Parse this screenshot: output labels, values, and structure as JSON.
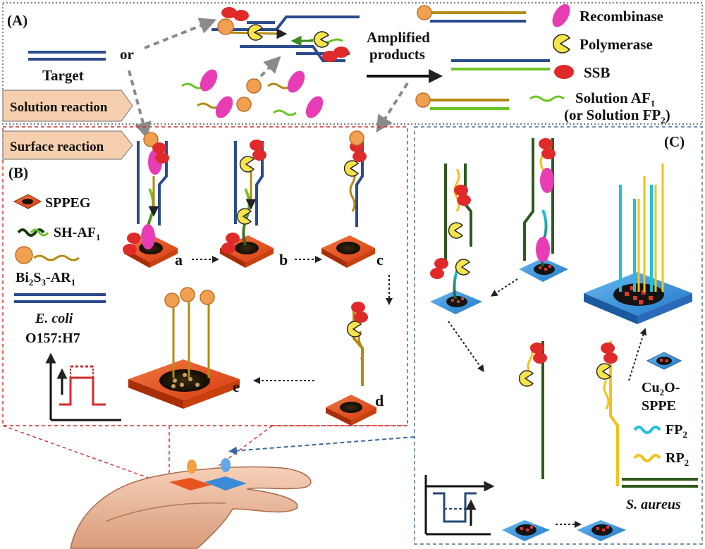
{
  "panels": {
    "a": "(A)",
    "b": "(B)",
    "c": "(C)"
  },
  "panel_a": {
    "target": "Target",
    "or": "or",
    "amplified_line1": "Amplified",
    "amplified_line2": "products",
    "tag_solution": "Solution reaction",
    "tag_surface": "Surface reaction"
  },
  "legend_top": {
    "recombinase": "Recombinase",
    "polymerase": "Polymerase",
    "ssb": "SSB",
    "solution_af_line1": "Solution AF",
    "solution_af_sub": "1",
    "solution_fp_line2": "(or Solution FP",
    "solution_fp_sub": "2",
    "solution_fp_close": ")"
  },
  "panel_b": {
    "sppeg": "SPPEG",
    "sh_af": "SH-AF",
    "sh_af_sub": "1",
    "bi_1": "Bi",
    "bi_sub2": "2",
    "bi_2": "S",
    "bi_sub3": "3",
    "bi_3": "-AR",
    "bi_sub1": "1",
    "ecoli_1": "E. coli",
    "ecoli_2": "O157:H7",
    "steps": [
      "a",
      "b",
      "c",
      "d",
      "e"
    ]
  },
  "panel_c": {
    "cu2o_1": "Cu",
    "cu2o_sub": "2",
    "cu2o_2": "O-",
    "cu2o_3": "SPPE",
    "fp2": "FP",
    "fp2_sub": "2",
    "rp2": "RP",
    "rp2_sub": "2",
    "saureus": "S. aureus"
  },
  "colors": {
    "blue_strand": "#2b4b8c",
    "green_strand": "#2f5a1e",
    "olive_strand": "#b48a10",
    "lime": "#6cc426",
    "cyan": "#1fc0d8",
    "yellow": "#f2c21a",
    "red_box": "#d42a2a",
    "blue_box": "#4a6f95",
    "recombinase": "#e83cb4",
    "ssb": "#e02a2a",
    "orange_electrode": "#e8541e",
    "blue_electrode": "#2e8ad8",
    "tag_fill": "#f5cfae"
  }
}
